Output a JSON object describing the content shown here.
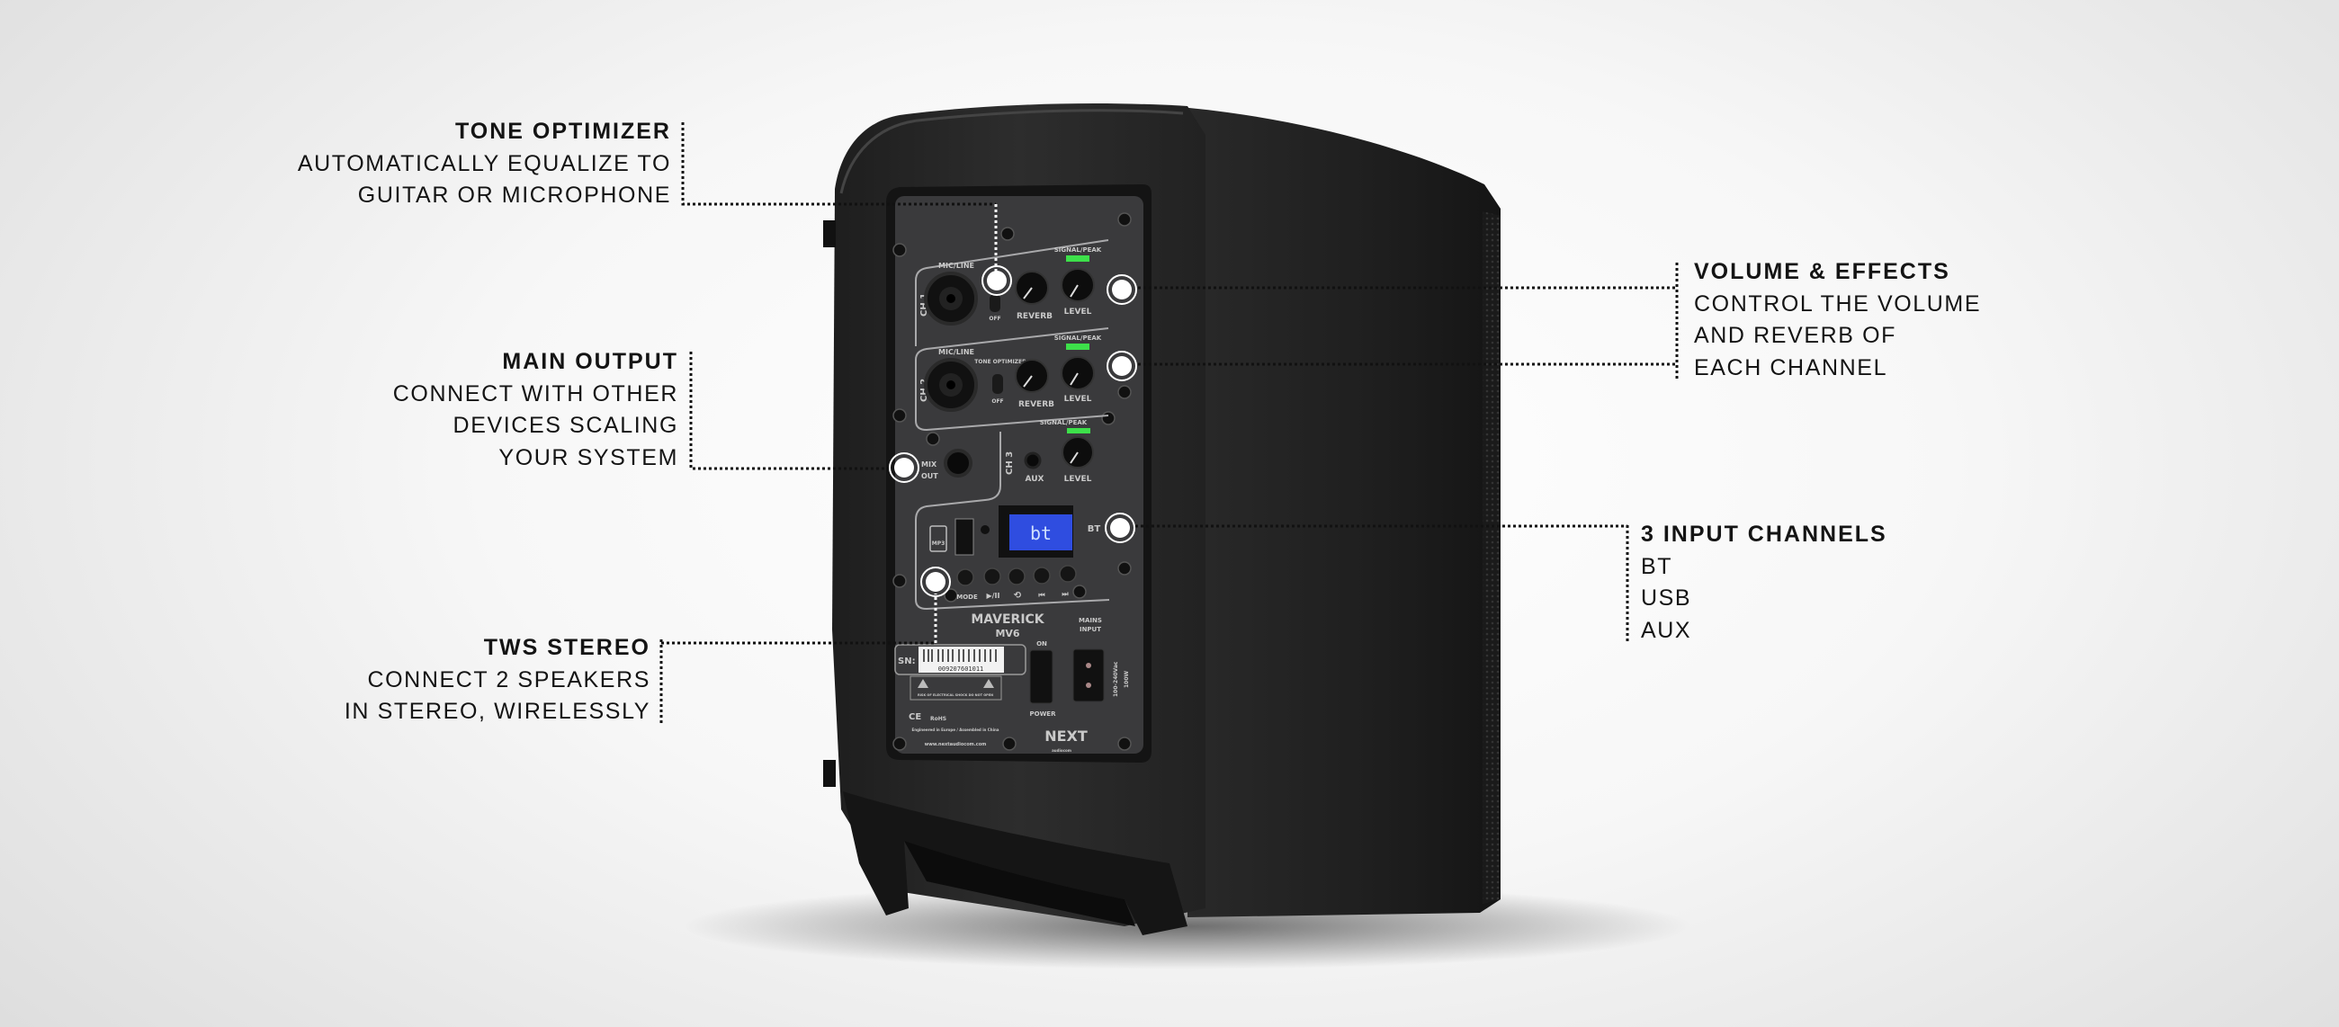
{
  "callouts": {
    "tone_optimizer": {
      "title": "TONE OPTIMIZER",
      "lines": [
        "AUTOMATICALLY EQUALIZE TO",
        "GUITAR OR MICROPHONE"
      ]
    },
    "main_output": {
      "title": "MAIN OUTPUT",
      "lines": [
        "CONNECT WITH OTHER",
        "DEVICES SCALING",
        "YOUR SYSTEM"
      ]
    },
    "tws_stereo": {
      "title": "TWS STEREO",
      "lines": [
        "CONNECT 2 SPEAKERS",
        "IN STEREO, WIRELESSLY"
      ]
    },
    "volume_effects": {
      "title": "VOLUME & EFFECTS",
      "lines": [
        "CONTROL THE VOLUME",
        "AND REVERB OF",
        "EACH CHANNEL"
      ]
    },
    "input_channels": {
      "title": "3 INPUT CHANNELS",
      "lines": [
        "BT",
        "USB",
        "AUX"
      ]
    }
  },
  "panel": {
    "ch1": "CH 1",
    "ch2": "CH 2",
    "ch3": "CH 3",
    "mic_line": "MIC/LINE",
    "tone_optimizer": "TONE OPTIMIZER",
    "off": "OFF",
    "signal_peak": "SIGNAL/PEAK",
    "reverb": "REVERB",
    "level": "LEVEL",
    "aux": "AUX",
    "mix": "MIX",
    "out": "OUT",
    "mp3": "MP3",
    "display": "bt",
    "bt": "BT",
    "mode": "MODE",
    "play_pause": "▶/II",
    "repeat": "⟲",
    "prev": "⏮",
    "next": "⏭",
    "model": "MAVERICK",
    "model_code": "MV6",
    "mains": "MAINS",
    "input": "INPUT",
    "sn": "SN:",
    "serial": "009207601011",
    "warning": "RISK OF ELECTRICAL SHOCK DO NOT OPEN",
    "on": "ON",
    "power": "POWER",
    "voltage": "100-240Vac",
    "wattage": "100W",
    "ce": "CE",
    "rohs": "RoHS",
    "origin": "Engineered in Europe / Assembled in China",
    "website": "www.nextaudiocom.com",
    "brand": "NEXT",
    "brand_sub": "audiocom"
  },
  "colors": {
    "led": "#3de04a",
    "display": "#2f4de0",
    "body": "#232323",
    "panel": "#3a3a3c"
  }
}
